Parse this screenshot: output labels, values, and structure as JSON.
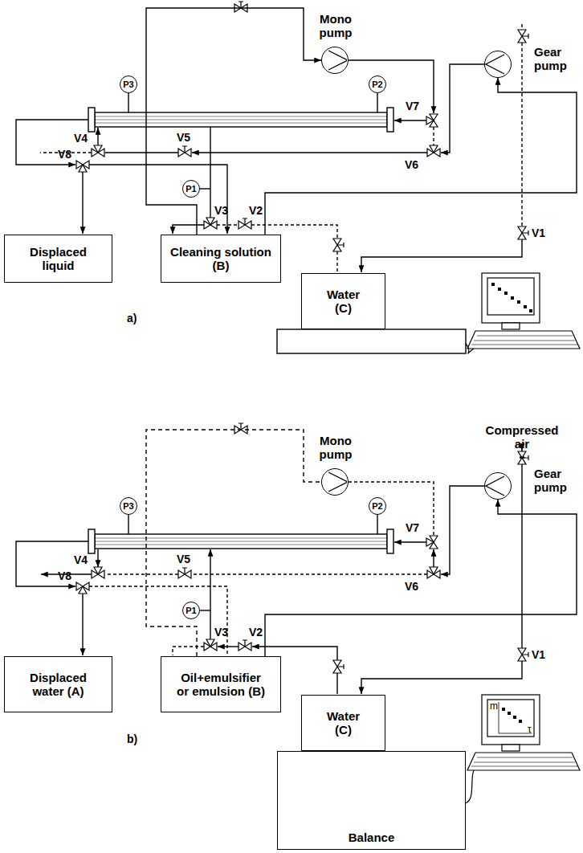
{
  "diagram": {
    "nodes": [
      {
        "text": [
          "Mono pump"
        ]
      },
      {
        "text": [
          "P3"
        ]
      },
      {
        "text": [
          "P2"
        ]
      },
      {
        "text": [
          "Gear pump"
        ]
      },
      {
        "text": [
          "P1"
        ]
      },
      {
        "text": [
          "Displaced liquid"
        ]
      },
      {
        "text": [
          "Cleaning solution (B)"
        ]
      },
      {
        "text": [
          "Water (C)"
        ]
      },
      {
        "text": [
          "Mono pump"
        ]
      },
      {
        "text": [
          "P3"
        ]
      },
      {
        "text": [
          "P2"
        ]
      },
      {
        "text": [
          "Gear pump"
        ]
      },
      {
        "text": [
          "P1"
        ]
      },
      {
        "text": [
          "Displaced water (A)"
        ]
      },
      {
        "text": [
          "Oil+emulsifier or emulsion (B)"
        ]
      },
      {
        "text": [
          "Water (C)"
        ]
      },
      {
        "text": [
          "Balance"
        ]
      }
    ],
    "edges": [
      {
        "from": 6,
        "to": 0,
        "arrow": "to"
      },
      {
        "from": 6,
        "to": 3,
        "arrow": "to"
      },
      {
        "from": 14,
        "to": 11,
        "arrow": "to"
      },
      {
        "from": 14,
        "to": 8,
        "arrow": "none"
      }
    ],
    "labels": [
      "V8",
      "V4",
      "V5",
      "V7",
      "V6",
      "V3",
      "V2",
      "V1",
      "a)",
      "Compressed air",
      "V8",
      "V4",
      "V5",
      "V7",
      "V6",
      "V3",
      "V2",
      "V1",
      "b)",
      "m",
      "τ"
    ]
  }
}
